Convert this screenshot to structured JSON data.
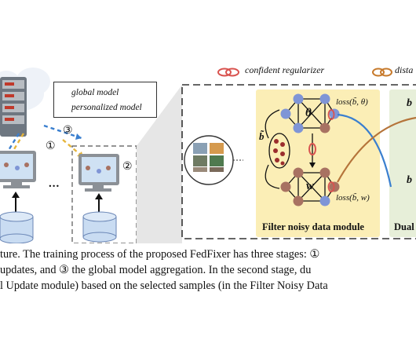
{
  "legend": {
    "global_model": "global model",
    "personalized_model": "personalized model"
  },
  "steps": {
    "one": "①",
    "two": "②",
    "three": "③"
  },
  "ellipsis": "...",
  "top_labels": {
    "confident_regularizer": "confident regularizer",
    "distance": "dista"
  },
  "filter_module": {
    "label": "Filter noisy data module",
    "theta": "θ",
    "w": "w",
    "loss_theta": "loss(b̃, θ)",
    "loss_w": "loss(b̃, w)",
    "b_tilde": "b̃"
  },
  "dual_module": {
    "label": "Dual",
    "b_top": "b",
    "b_bottom": "b"
  },
  "caption_lines": [
    "ture. The training process of the proposed FedFixer has three stages: ①",
    " updates, and ③ the global model aggregation. In the second stage, du",
    "l Update module) based on the selected samples (in the Filter Noisy Data"
  ],
  "colors": {
    "filter_bg": "#fbeeb6",
    "dual_bg": "#e7efd9",
    "node_blue": "#7f95d6",
    "node_brown": "#a87262",
    "link_red": "#d9534f",
    "arrow_yellow": "#e6b53a",
    "arrow_blue": "#3a7fcf"
  }
}
